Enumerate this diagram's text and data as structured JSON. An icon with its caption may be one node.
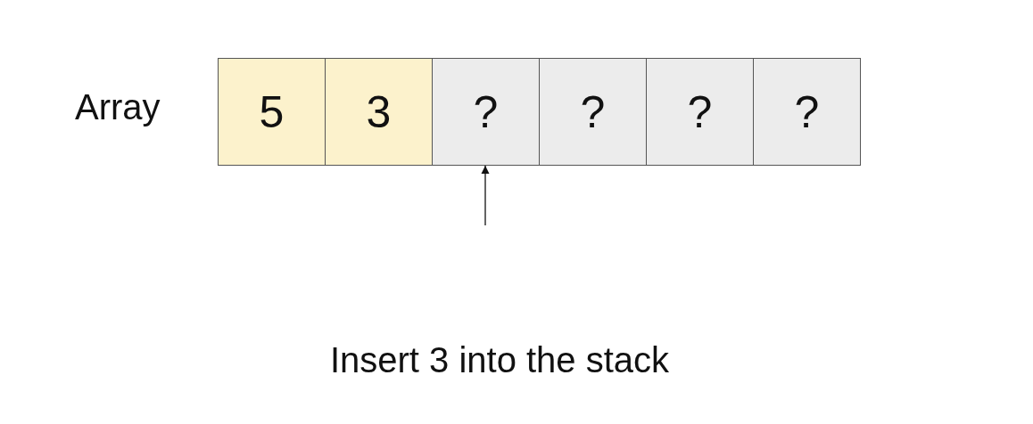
{
  "diagram": {
    "caption": "Insert 3 into the stack",
    "nodes": [
      {
        "text": [
          "5"
        ]
      },
      {
        "text": [
          "3"
        ]
      },
      {
        "text": [
          "?"
        ]
      },
      {
        "text": [
          "?"
        ]
      },
      {
        "text": [
          "?"
        ]
      },
      {
        "text": [
          "?"
        ]
      }
    ],
    "edges": [
      {
        "from": null,
        "to": 2,
        "arrow": "to"
      }
    ],
    "labels": [
      "Array"
    ]
  }
}
